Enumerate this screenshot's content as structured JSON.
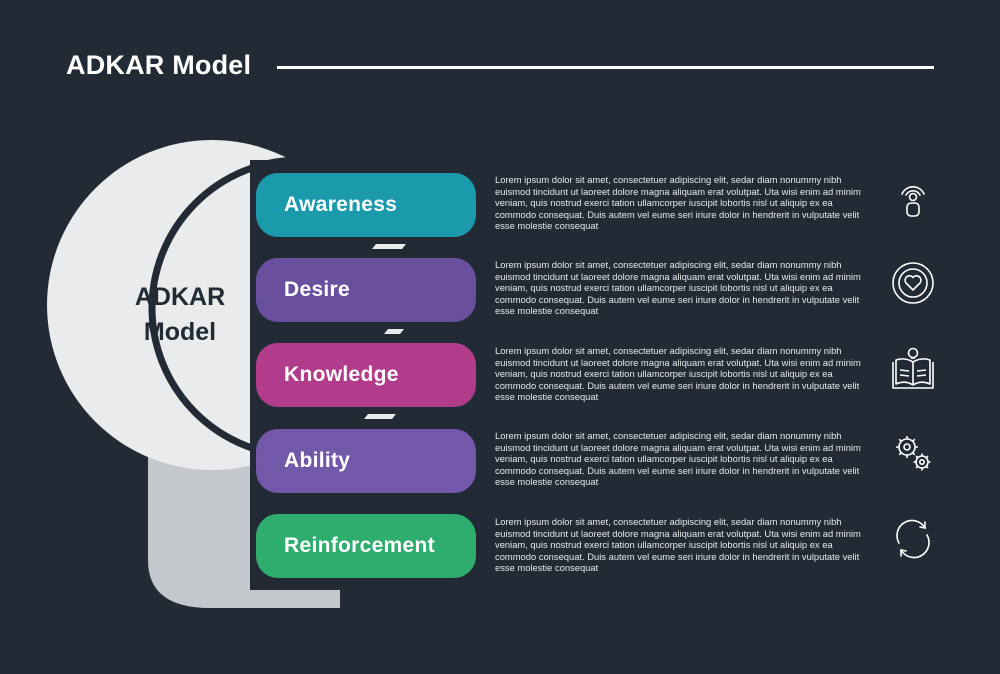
{
  "title": "ADKAR Model",
  "center_label": {
    "line1": "ADKAR",
    "line2": "Model"
  },
  "colors": {
    "background": "#222b35",
    "awareness": "#1b9aab",
    "desire": "#6a4f9e",
    "knowledge": "#b23c8c",
    "ability": "#7357a8",
    "reinforcement": "#2fad6e"
  },
  "steps": [
    {
      "label": "Awareness",
      "icon": "person-signal-icon",
      "desc": "Lorem ipsum dolor sit amet, consectetuer adipiscing elit, sedar diam nonummy nibh euismod tincidunt ut laoreet dolore magna aliquam erat volutpat. Uta wisi enim ad minim veniam, quis nostrud exerci tation ullamcorper iuscipit lobortis nisl ut aliquip ex ea commodo consequat. Duis autem vel eume seri iriure dolor in hendrerit in vulputate velit esse molestie consequat"
    },
    {
      "label": "Desire",
      "icon": "heart-circle-icon",
      "desc": "Lorem ipsum dolor sit amet, consectetuer adipiscing elit, sedar diam nonummy nibh euismod tincidunt ut laoreet dolore magna aliquam erat volutpat. Uta wisi enim ad minim veniam, quis nostrud exerci tation ullamcorper iuscipit lobortis nisl ut aliquip ex ea commodo consequat. Duis autem vel eume seri iriure dolor in hendrerit in vulputate velit esse molestie consequat"
    },
    {
      "label": "Knowledge",
      "icon": "open-book-bulb-icon",
      "desc": "Lorem ipsum dolor sit amet, consectetuer adipiscing elit, sedar diam nonummy nibh euismod tincidunt ut laoreet dolore magna aliquam erat volutpat. Uta wisi enim ad minim veniam, quis nostrud exerci tation ullamcorper iuscipit lobortis nisl ut aliquip ex ea commodo consequat. Duis autem vel eume seri iriure dolor in hendrerit in vulputate velit esse molestie consequat"
    },
    {
      "label": "Ability",
      "icon": "gears-icon",
      "desc": "Lorem ipsum dolor sit amet, consectetuer adipiscing elit, sedar diam nonummy nibh euismod tincidunt ut laoreet dolore magna aliquam erat volutpat. Uta wisi enim ad minim veniam, quis nostrud exerci tation ullamcorper iuscipit lobortis nisl ut aliquip ex ea commodo consequat. Duis autem vel eume seri iriure dolor in hendrerit in vulputate velit esse molestie consequat"
    },
    {
      "label": "Reinforcement",
      "icon": "cycle-arrows-icon",
      "desc": "Lorem ipsum dolor sit amet, consectetuer adipiscing elit, sedar diam nonummy nibh euismod tincidunt ut laoreet dolore magna aliquam erat volutpat. Uta wisi enim ad minim veniam, quis nostrud exerci tation ullamcorper iuscipit lobortis nisl ut aliquip ex ea commodo consequat. Duis autem vel eume seri iriure dolor in hendrerit in vulputate velit esse molestie consequat"
    }
  ]
}
